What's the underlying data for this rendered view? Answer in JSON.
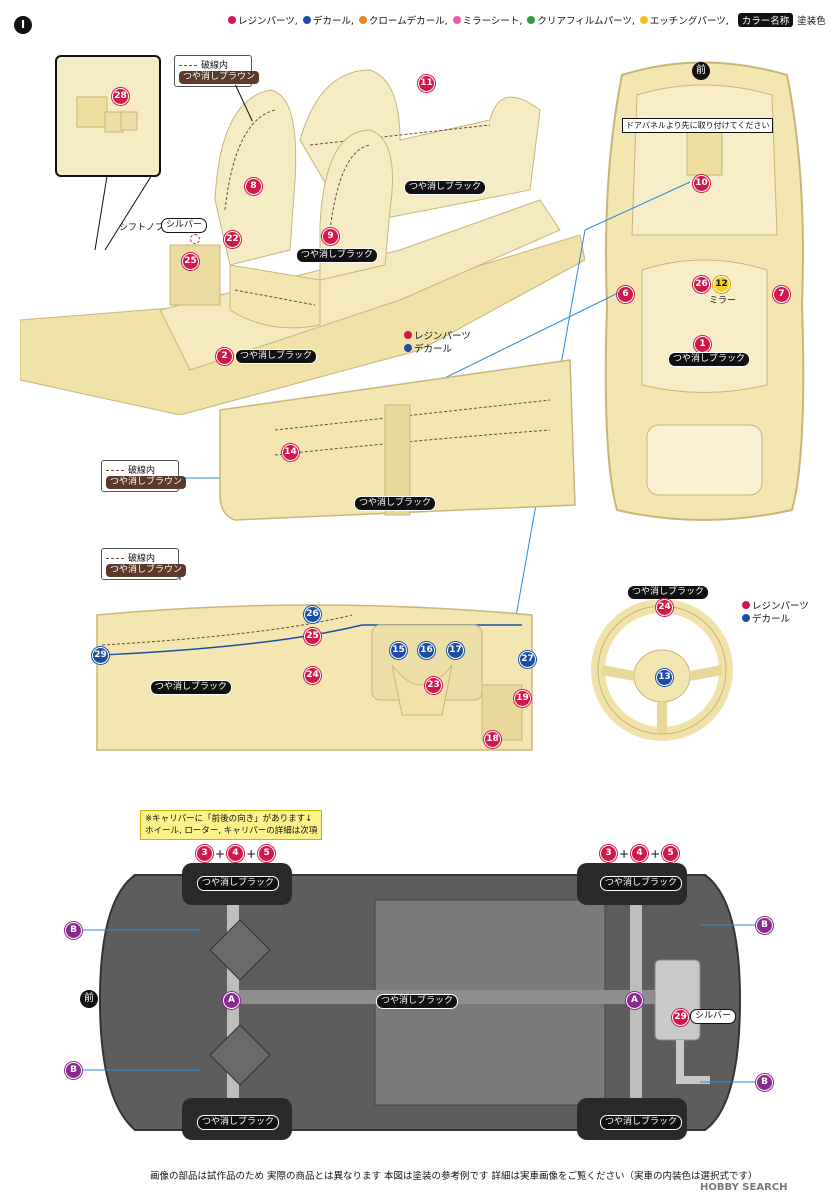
{
  "page_marker": "I",
  "legend": {
    "items": [
      {
        "label": "レジンパーツ,",
        "color": "#d2184b"
      },
      {
        "label": "デカール,",
        "color": "#1b4ea3"
      },
      {
        "label": "クロームデカール,",
        "color": "#e8891a"
      },
      {
        "label": "ミラーシート,",
        "color": "#e65aa8"
      },
      {
        "label": "クリアフィルムパーツ,",
        "color": "#2e9a3e"
      },
      {
        "label": "エッチングパーツ,",
        "color": "#f2c21a"
      }
    ],
    "color_name_tag": "カラー名称",
    "paint_color_label": "塗装色"
  },
  "interior": {
    "inset_num": "28",
    "dashed_label": "破線内",
    "brown_tag": "つや消しブラウン",
    "seat_nums": [
      "8",
      "9",
      "11"
    ],
    "seat_tag": "つや消しブラック",
    "seat_tag2": "つや消しブラック",
    "shift_label": "シフトノブ",
    "shift_tag": "シルバー",
    "num22": "22",
    "num25": "25",
    "num2": "2",
    "floor_tag": "つや消しブラック"
  },
  "body_top": {
    "front_label": "前",
    "door_note": "ドアパネルより先に取り付けてください",
    "num10": "10",
    "num26": "26",
    "num12": "12",
    "mirror_label": "ミラー",
    "num6": "6",
    "num7": "7",
    "num1": "1",
    "tag": "つや消しブラック"
  },
  "mid_legend": {
    "resin": "レジンパーツ",
    "decal": "デカール"
  },
  "door": {
    "num14": "14",
    "dashed_label": "破線内",
    "brown_tag": "つや消しブラウン",
    "tag": "つや消しブラック"
  },
  "dash": {
    "dashed_label": "破線内",
    "brown_tag": "つや消しブラウン",
    "nums": {
      "n26": "26",
      "n25": "25",
      "n24": "24",
      "n29": "29",
      "n27": "27",
      "n15": "15",
      "n16": "16",
      "n17": "17",
      "n23": "23",
      "n19": "19",
      "n18": "18"
    },
    "tag": "つや消しブラック"
  },
  "wheel": {
    "tag": "つや消しブラック",
    "num24": "24",
    "num13": "13",
    "resin": "レジンパーツ",
    "decal": "デカール"
  },
  "underside": {
    "note_line1": "※キャリパーに「前後の向き」があります↓",
    "note_line2": "ホイール, ローター, キャリパーの詳細は次項",
    "formula_left": [
      "3",
      "+",
      "4",
      "+",
      "5"
    ],
    "formula_right": [
      "3",
      "+",
      "4",
      "+",
      "5"
    ],
    "front_label": "前",
    "letter_a": "A",
    "letter_b": "B",
    "tire_tag": "つや消しブラック",
    "center_tag": "つや消しブラック",
    "num29": "29",
    "exhaust_tag": "シルバー"
  },
  "footer": {
    "text": "画像の部品は試作品のため 実際の商品とは異なります 本図は塗装の参考例です 詳細は実車画像をご覧ください（実車の内装色は選択式です）",
    "watermark": "HOBBY SEARCH"
  }
}
